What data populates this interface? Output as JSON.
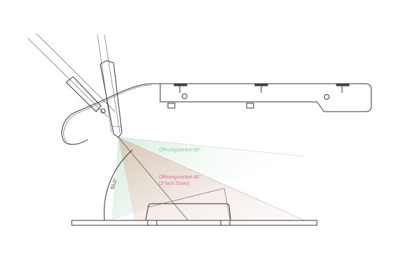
{
  "labels": {
    "angle_90": "Öffnungswinkel 90°",
    "angle_45_line1": "Öffnungswinkel 45°",
    "angle_45_line2": "(2-fach Zoom)",
    "tilt_angle": "50,0°"
  },
  "colors": {
    "green_text": "#8cc7a0",
    "red_text": "#e0708a",
    "green_fan": "#d8efe3",
    "beige_fan": "#e8d8cc"
  }
}
